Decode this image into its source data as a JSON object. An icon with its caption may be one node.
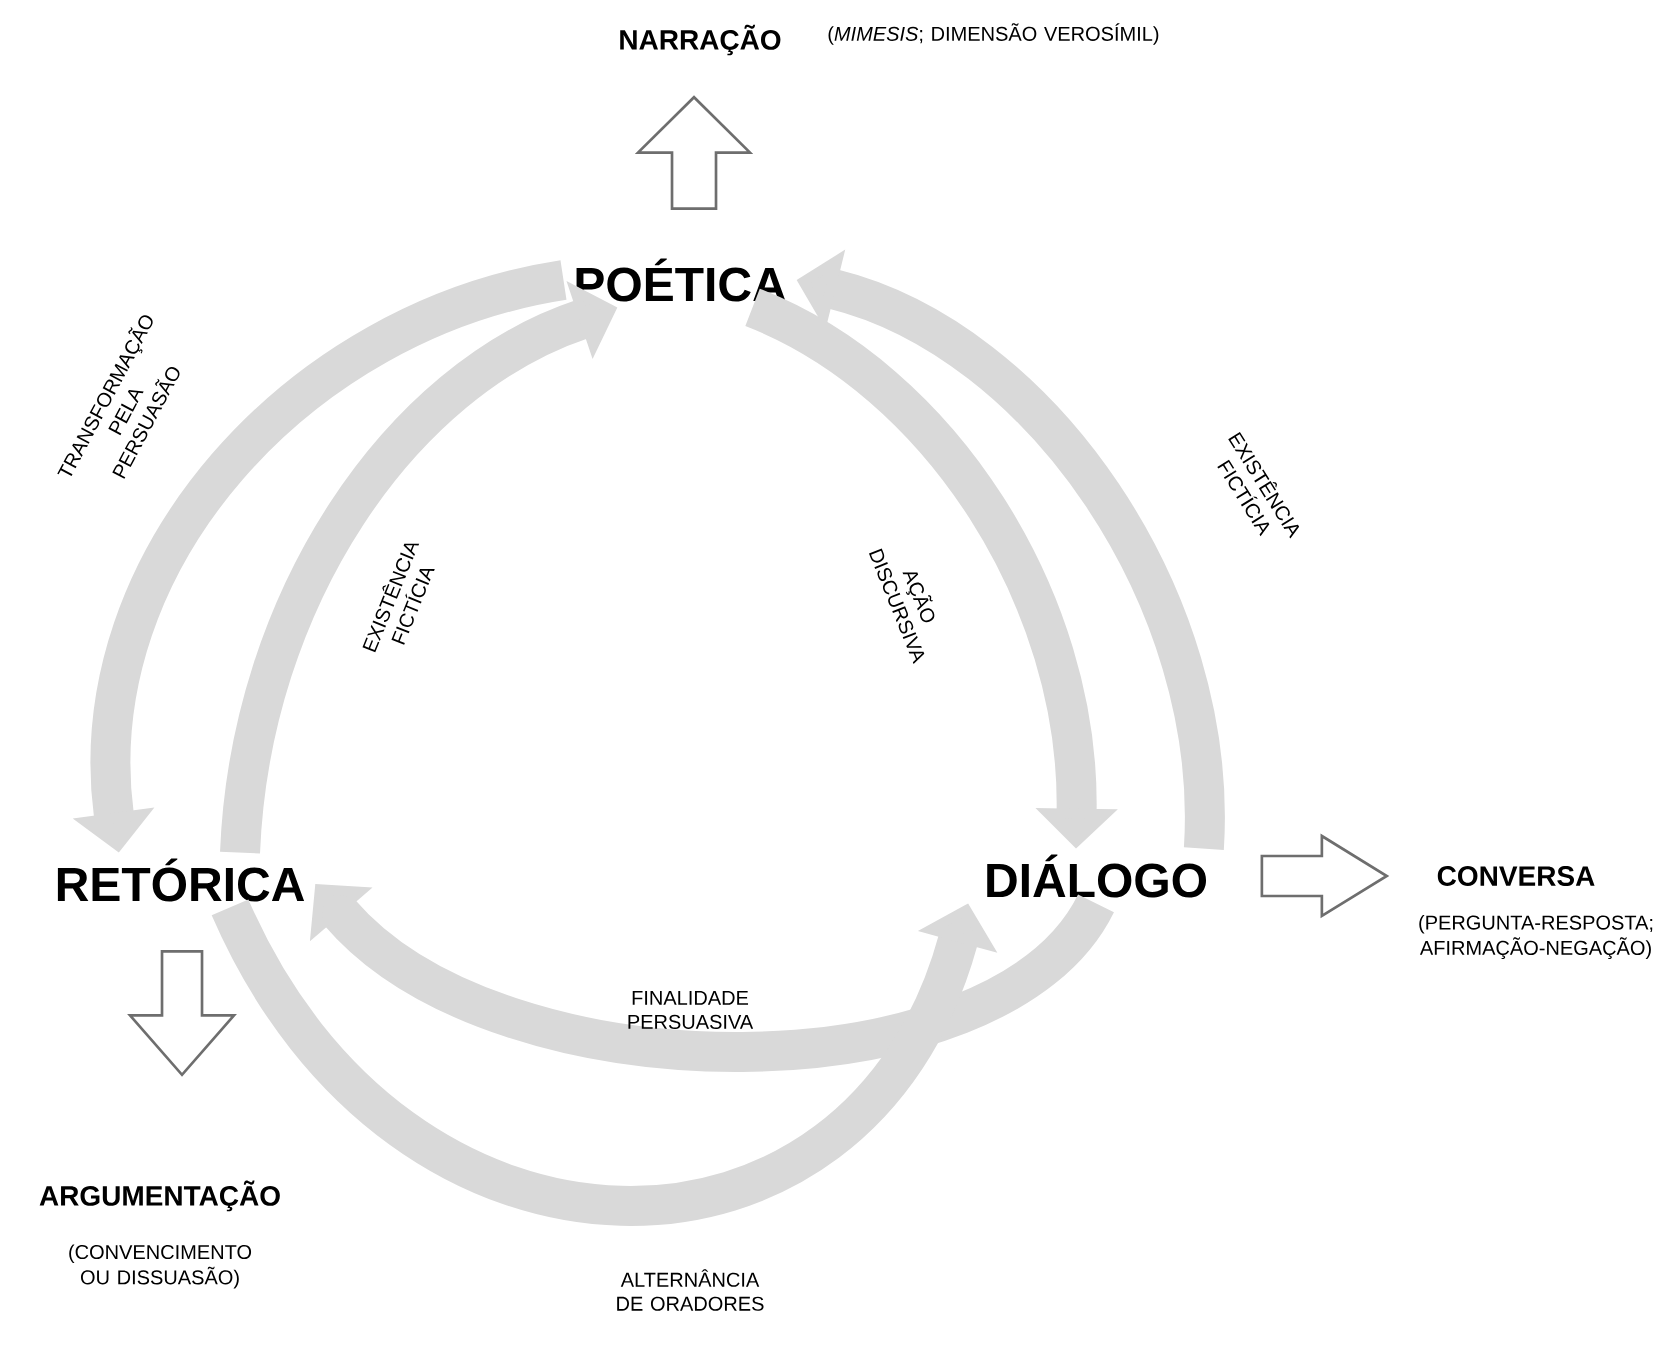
{
  "diagram": {
    "nodes": [
      {
        "text": [
          "POÉTICA"
        ]
      },
      {
        "text": [
          "DIÁLOGO"
        ]
      },
      {
        "text": [
          "RETÓRICA"
        ]
      },
      {
        "text": [
          "NARRAÇÃO"
        ],
        "beside": [
          "(*MIMESIS*; DIMENSÃO VEROSÍMIL)"
        ]
      },
      {
        "text": [
          "CONVERSA"
        ],
        "beside": [
          "(PERGUNTA-RESPOSTA; AFIRMAÇÃO-NEGAÇÃO)"
        ]
      },
      {
        "text": [
          "ARGUMENTAÇÃO"
        ],
        "beside": [
          "(CONVENCIMENTO OU DISSUASÃO)"
        ]
      }
    ],
    "edges": [
      {
        "from": 0,
        "to": 3,
        "arrow": "to"
      },
      {
        "from": 1,
        "to": 4,
        "arrow": "to"
      },
      {
        "from": 2,
        "to": 5,
        "arrow": "to"
      },
      {
        "from": 0,
        "to": 2,
        "arrow": "to",
        "label": "TRANSFORMAÇÃO PELA PERSUASÃO"
      },
      {
        "from": 2,
        "to": 0,
        "arrow": "to",
        "label": "EXISTÊNCIA FICTÍCIA"
      },
      {
        "from": 0,
        "to": 1,
        "arrow": "to",
        "label": "AÇÃO DISCURSIVA"
      },
      {
        "from": 1,
        "to": 0,
        "arrow": "to",
        "label": "EXISTÊNCIA FICTÍCIA"
      },
      {
        "from": 1,
        "to": 2,
        "arrow": "to",
        "label": "FINALIDADE PERSUASIVA"
      },
      {
        "from": 2,
        "to": 1,
        "arrow": "to",
        "label": "ALTERNÂNCIA DE ORADORES"
      }
    ]
  }
}
